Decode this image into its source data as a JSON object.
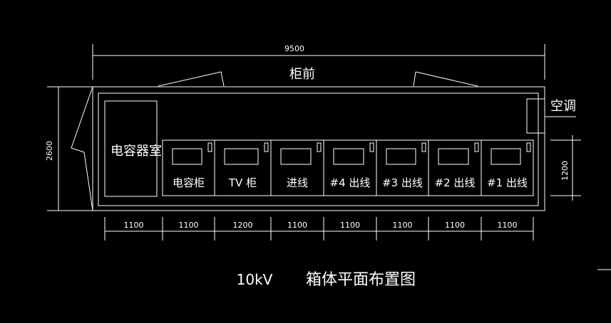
{
  "front_label": "柜前",
  "ac_label": "空调",
  "capacitor_room_label": "电容器室",
  "dimensions": {
    "overall_length": "9500",
    "overall_width": "2600",
    "cabinet_depth": "1200",
    "cabinet_widths": [
      "1100",
      "1100",
      "1200",
      "1100",
      "1100",
      "1100",
      "1100",
      "1100"
    ]
  },
  "cabinets": [
    {
      "label": "电容柜"
    },
    {
      "label": "TV  柜"
    },
    {
      "label": "进线"
    },
    {
      "label": "#4 出线"
    },
    {
      "label": "#3 出线"
    },
    {
      "label": "#2 出线"
    },
    {
      "label": "#1 出线"
    }
  ],
  "title": {
    "voltage": "10kV",
    "text": "箱体平面布置图"
  }
}
